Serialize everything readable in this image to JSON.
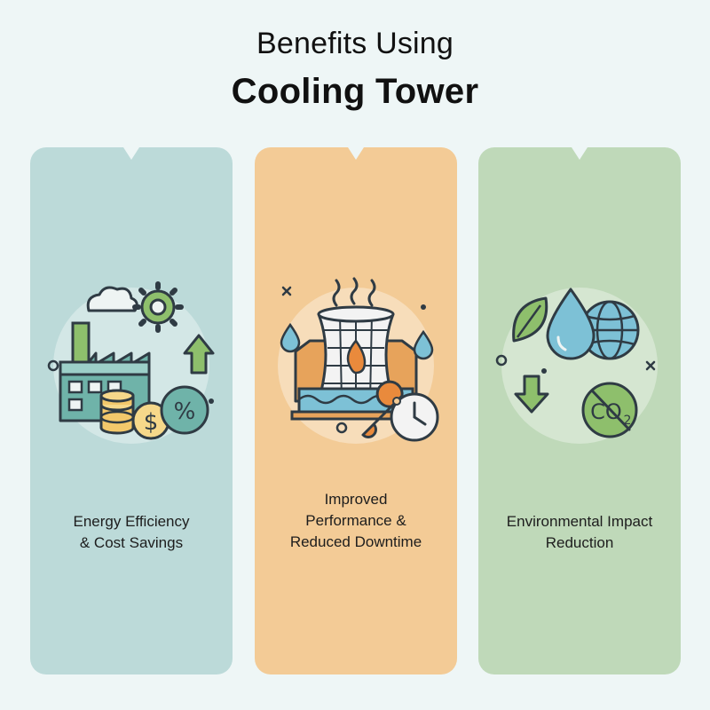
{
  "header": {
    "title_line1": "Benefits Using",
    "title_line2": "Cooling Tower"
  },
  "cards": [
    {
      "label_line1": "Energy Efficiency",
      "label_line2": "& Cost Savings",
      "color": "#bcdad9",
      "icons": [
        "factory-icon",
        "cloud-icon",
        "gear-icon",
        "arrow-up-icon",
        "coins-icon",
        "dollar-coin-icon",
        "percent-icon"
      ]
    },
    {
      "label_line1": "Improved",
      "label_line2": "Performance &",
      "label_line3": "Reduced Downtime",
      "color": "#f3cb96",
      "icons": [
        "cooling-tower-icon",
        "steam-icon",
        "water-drop-icon",
        "flame-icon",
        "wrench-icon",
        "clock-icon"
      ]
    },
    {
      "label_line1": "Environmental Impact",
      "label_line2": "Reduction",
      "color": "#bfd9b9",
      "icons": [
        "leaf-icon",
        "water-drop-icon",
        "globe-icon",
        "arrow-down-icon",
        "co2-icon"
      ]
    }
  ],
  "icon_text": {
    "dollar": "$",
    "percent": "%",
    "co2": "CO",
    "co2_sub": "2"
  }
}
